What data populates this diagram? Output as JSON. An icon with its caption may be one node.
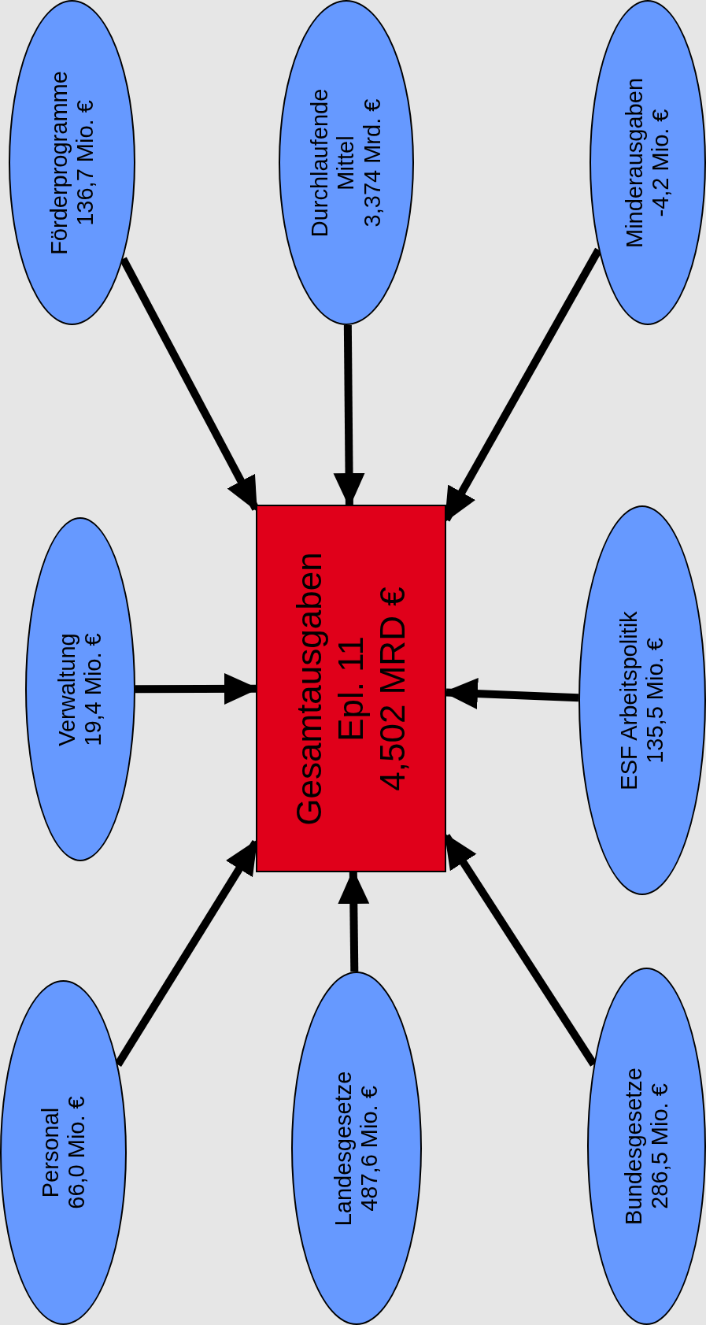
{
  "diagram": {
    "nodes": [
      {
        "text": [
          "Förderprogramme",
          "136,7 Mio. €"
        ]
      },
      {
        "text": [
          "Durchlaufende Mittel",
          "3,374 Mrd. €"
        ]
      },
      {
        "text": [
          "Minderausgaben",
          "-4,2 Mio. €"
        ]
      },
      {
        "text": [
          "Verwaltung",
          "19,4 Mio. €"
        ]
      },
      {
        "text": [
          "Gesamtausgaben",
          "Epl. 11",
          "4,502 MRD €"
        ]
      },
      {
        "text": [
          "ESF Arbeitspolitik",
          "135,5 Mio. €"
        ]
      },
      {
        "text": [
          "Personal",
          "66,0 Mio. €"
        ]
      },
      {
        "text": [
          "Landesgesetze",
          "487,6 Mio. €"
        ]
      },
      {
        "text": [
          "Bundesgesetze",
          "286,5 Mio. €"
        ]
      }
    ],
    "edges": [
      {
        "from": 0,
        "to": 4,
        "arrow": "to"
      },
      {
        "from": 1,
        "to": 4,
        "arrow": "to"
      },
      {
        "from": 2,
        "to": 4,
        "arrow": "to"
      },
      {
        "from": 3,
        "to": 4,
        "arrow": "to"
      },
      {
        "from": 5,
        "to": 4,
        "arrow": "to"
      },
      {
        "from": 6,
        "to": 4,
        "arrow": "to"
      },
      {
        "from": 7,
        "to": 4,
        "arrow": "to"
      },
      {
        "from": 8,
        "to": 4,
        "arrow": "to"
      }
    ]
  }
}
